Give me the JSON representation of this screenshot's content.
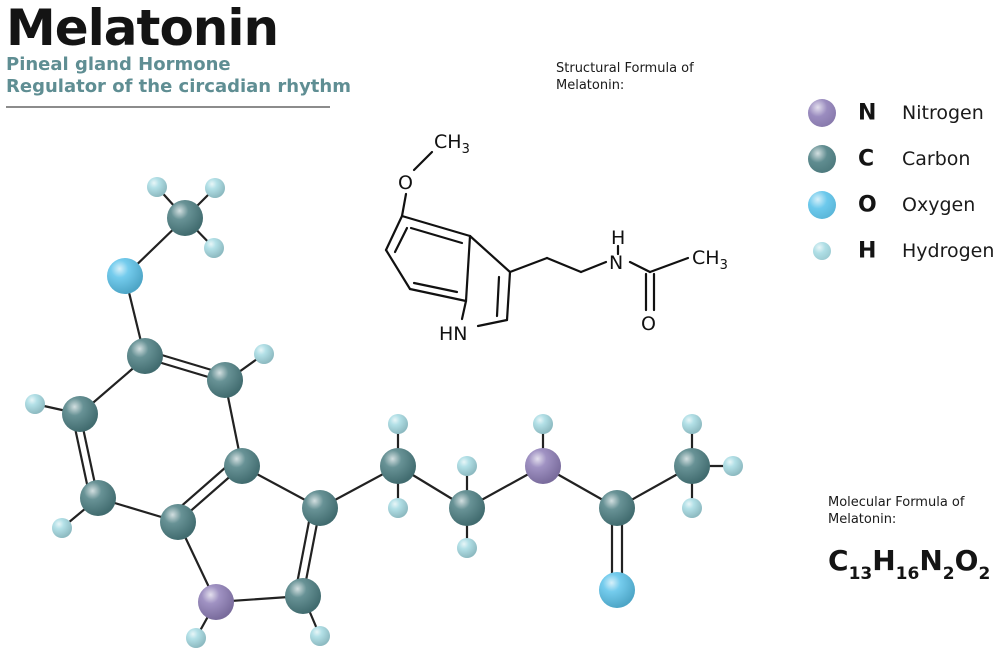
{
  "header": {
    "title": "Melatonin",
    "subtitle_1": "Pineal gland Hormone",
    "subtitle_2": "Regulator of the circadian rhythm"
  },
  "structural": {
    "caption_line1": "Structural  Formula of",
    "caption_line2": "Melatonin:",
    "labels": {
      "ch3_top": "CH",
      "ch3_top_sub": "3",
      "oxygen_top": "O",
      "nh_ring": "HN",
      "h_amide": "H",
      "n_amide": "N",
      "ch3_right": "CH",
      "ch3_right_sub": "3",
      "oxygen_carbonyl": "O"
    }
  },
  "molecular": {
    "caption_line1": "Molecular Formula of",
    "caption_line2": "Melatonin:",
    "formula_c": "C",
    "formula_c_sub": "13",
    "formula_h": "H",
    "formula_h_sub": "16",
    "formula_n": "N",
    "formula_n_sub": "2",
    "formula_o": "O",
    "formula_o_sub": "2"
  },
  "legend": [
    {
      "symbol": "N",
      "name": "Nitrogen",
      "color": "#8f7fb8"
    },
    {
      "symbol": "C",
      "name": "Carbon",
      "color": "#4d7f83"
    },
    {
      "symbol": "O",
      "name": "Oxygen",
      "color": "#5cc3ea"
    },
    {
      "symbol": "H",
      "name": "Hydrogen",
      "color": "#a6dbe3"
    }
  ],
  "colors": {
    "nitrogen": "#8f7fb8",
    "carbon": "#4d7f83",
    "oxygen": "#5cc3ea",
    "hydrogen": "#a6dbe3",
    "subtitle": "#5f8e93",
    "bond": "#222222"
  }
}
